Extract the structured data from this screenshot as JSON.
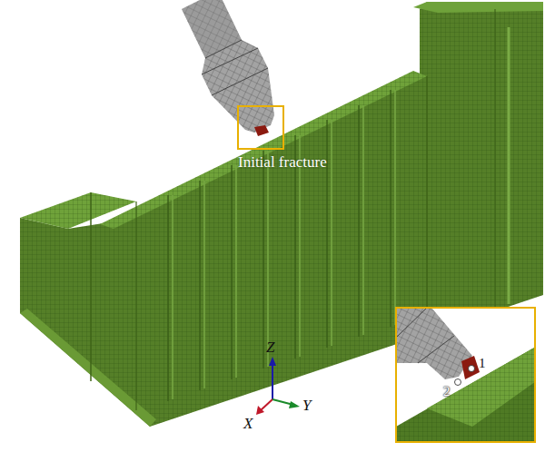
{
  "diagram": {
    "labels": [
      "Initial fracture",
      "Z",
      "X",
      "Y",
      "1",
      "2"
    ]
  }
}
